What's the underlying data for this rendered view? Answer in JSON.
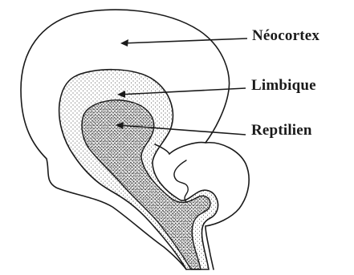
{
  "labels": {
    "neocortex": "Néocortex",
    "limbic": "Limbique",
    "reptilian": "Reptilien"
  },
  "colors": {
    "ink": "#1a1a1a",
    "paper": "#ffffff"
  }
}
